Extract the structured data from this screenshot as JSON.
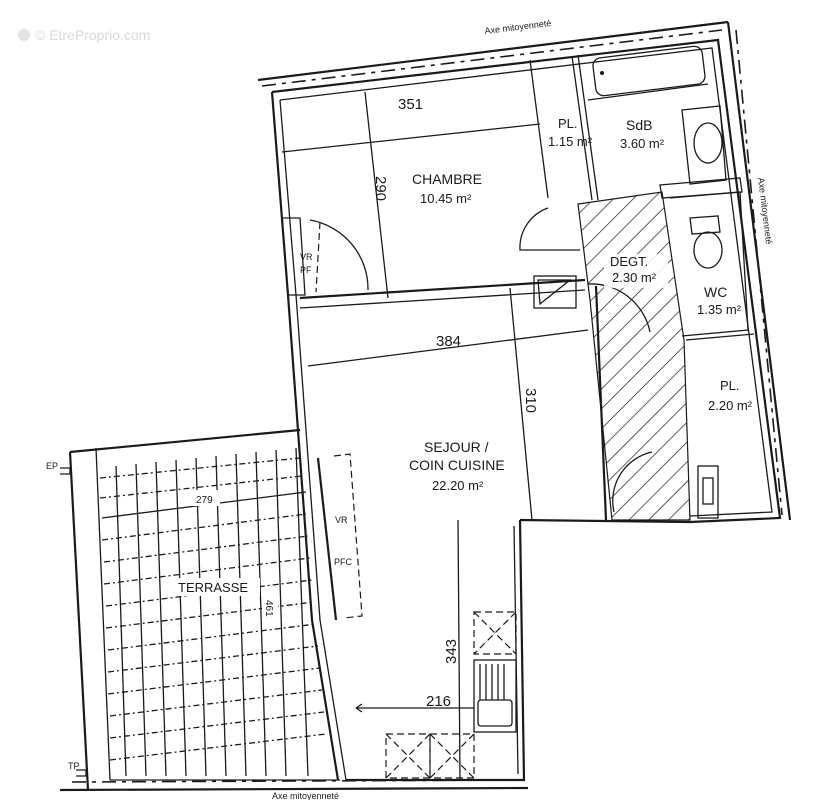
{
  "watermark": "© EtreProprio.com",
  "axis_labels": {
    "top": "Axe mitoyenneté",
    "right": "Axe mitoyenneté",
    "bottom": "Axe mitoyenneté"
  },
  "rooms": {
    "chambre": {
      "name": "CHAMBRE",
      "area": "10.45 m²"
    },
    "placard1": {
      "name": "PL.",
      "area": "1.15 m²"
    },
    "sdb": {
      "name": "SdB",
      "area": "3.60 m²"
    },
    "degt": {
      "name": "DEGT.",
      "area": "2.30 m²"
    },
    "wc": {
      "name": "WC",
      "area": "1.35 m²"
    },
    "placard2": {
      "name": "PL.",
      "area": "2.20 m²"
    },
    "sejour": {
      "line1": "SEJOUR /",
      "line2": "COIN CUISINE",
      "area": "22.20 m²"
    },
    "terrasse": {
      "name": "TERRASSE"
    }
  },
  "dimensions": {
    "chambre_width": "351",
    "chambre_depth": "290",
    "sejour_width": "384",
    "sejour_depth": "310",
    "terrasse_width": "279",
    "terrasse_depth": "461",
    "cuisine_depth": "343",
    "cuisine_width": "216"
  },
  "openings": {
    "chambre_window": {
      "line1": "VR",
      "line2": "PF"
    },
    "sejour_window": {
      "line1": "VR",
      "line2": "PFC"
    }
  },
  "markers": {
    "ep": "EP",
    "tp": "TP"
  },
  "colors": {
    "ink": "#1a1a1a",
    "paper": "#ffffff",
    "watermark": "#d9d9d9"
  }
}
